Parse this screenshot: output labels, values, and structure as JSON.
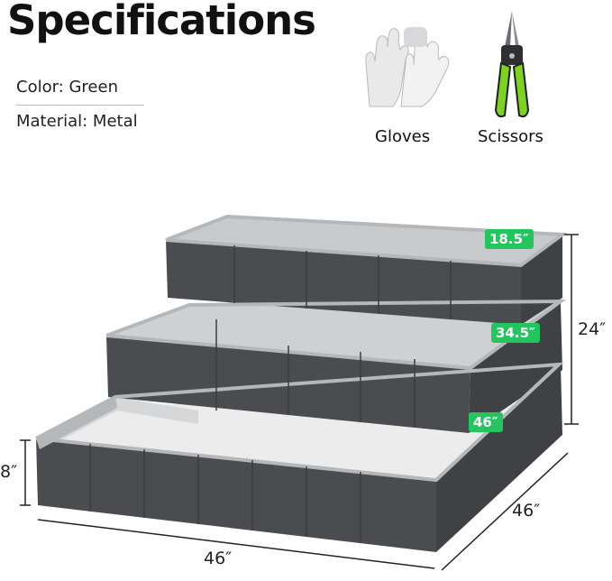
{
  "title": "Specifications",
  "specs": {
    "color": "Color: Green",
    "material": "Material: Metal"
  },
  "accessories": {
    "gloves": "Gloves",
    "scissors": "Scissors"
  },
  "dimensions": {
    "top_tier": "18.5″",
    "middle_tier": "34.5″",
    "bottom_tier": "46″",
    "total_height": "24″",
    "tier_height": "8″",
    "width": "46″",
    "depth": "46″"
  },
  "colors": {
    "accent": "#22c55e",
    "bed_dark": "#4a4c4f",
    "bed_light": "#cfd0d1",
    "rim": "#b5b8bb"
  },
  "icons": [
    "gloves-icon",
    "scissors-icon"
  ]
}
